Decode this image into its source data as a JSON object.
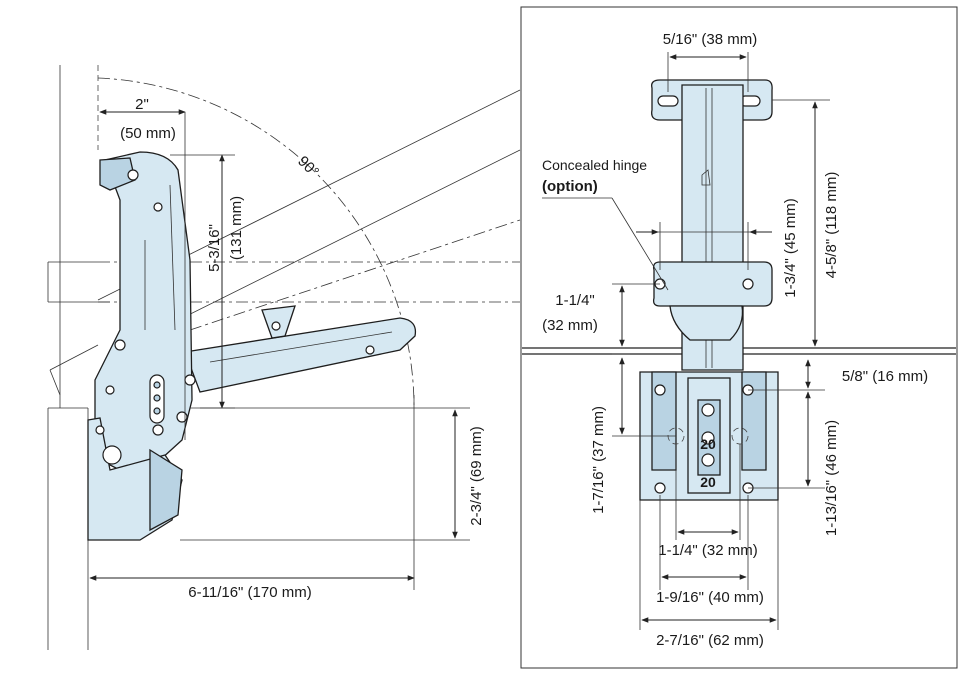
{
  "left_view": {
    "angle_label": "90°",
    "dim_top_width_in": "2\"",
    "dim_top_width_mm": "(50 mm)",
    "dim_height_in": "5-3/16\"",
    "dim_height_mm": "(131 mm)",
    "dim_depth_label": "2-3/4\" (69 mm)",
    "dim_length_label": "6-11/16\" (170 mm)"
  },
  "right_view": {
    "dim_bracket_width": "5/16\" (38 mm)",
    "concealed_hinge_line1": "Concealed hinge",
    "concealed_hinge_line2": "(option)",
    "dim_hinge_spacing": "1-3/4\" (45 mm)",
    "dim_total_height": "4-5/8\" (118 mm)",
    "dim_offset_in": "1-1/4\"",
    "dim_offset_mm": "(32 mm)",
    "dim_gap": "5/8\" (16 mm)",
    "dim_base_height": "1-7/16\" (37 mm)",
    "dim_hole_spacing_v": "1-13/16\" (46 mm)",
    "dim_w32": "1-1/4\" (32 mm)",
    "dim_w40": "1-9/16\" (40 mm)",
    "dim_w62": "2-7/16\" (62 mm)",
    "plate_marks": [
      "20",
      "20"
    ]
  }
}
